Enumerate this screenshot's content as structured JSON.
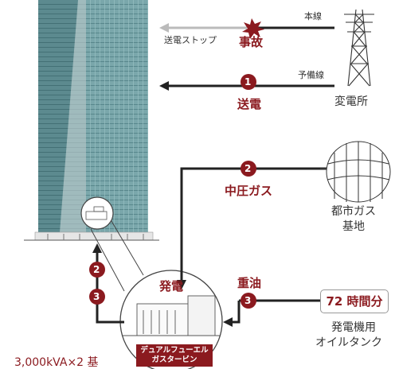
{
  "substation": {
    "label": "変電所",
    "main_line": "本線",
    "backup_line": "予備線"
  },
  "accident": {
    "label": "事故",
    "stop_label": "送電ストップ"
  },
  "step1": {
    "number": "1",
    "label": "送電"
  },
  "step2": {
    "number": "2",
    "label": "中圧ガス"
  },
  "gas_base": {
    "line1": "都市ガス",
    "line2": "基地"
  },
  "step3": {
    "number": "3",
    "label": "重油"
  },
  "building_steps": {
    "upper": "2",
    "lower": "3"
  },
  "generation": {
    "label": "発電",
    "turbine_line1": "デュアルフューエル",
    "turbine_line2": "ガスタービン"
  },
  "capacity": "3,000kVA×2 基",
  "tank": {
    "hours": "72 時間分",
    "line1": "発電機用",
    "line2": "オイルタンク"
  },
  "colors": {
    "accent": "#8b1a1f",
    "line": "#222222",
    "glass": "#6e9ea3",
    "stop_arrow": "#bbbbbb"
  }
}
